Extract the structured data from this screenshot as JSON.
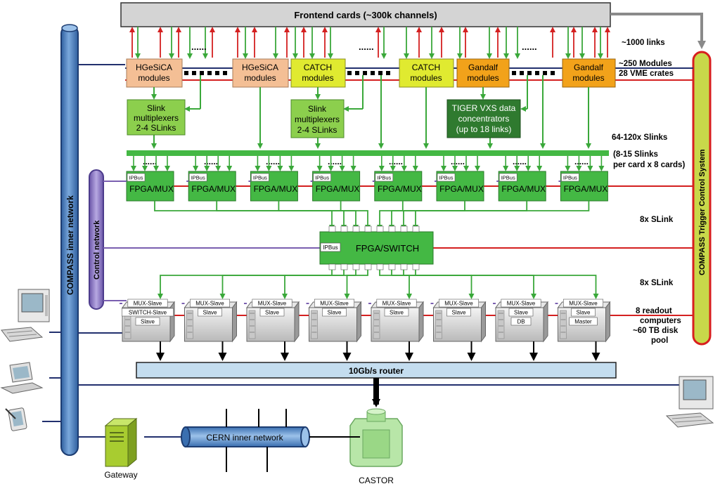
{
  "frontend": {
    "label": "Frontend cards (~300k channels)"
  },
  "dots": "......",
  "front_modules": [
    {
      "label": [
        "HGeSiCA",
        "modules"
      ]
    },
    {
      "label": [
        "HGeSiCA",
        "modules"
      ]
    },
    {
      "label": [
        "CATCH",
        "modules"
      ]
    },
    {
      "label": [
        "CATCH",
        "modules"
      ]
    },
    {
      "label": [
        "Gandalf",
        "modules"
      ]
    },
    {
      "label": [
        "Gandalf",
        "modules"
      ]
    }
  ],
  "concentrators": [
    {
      "label": [
        "Slink",
        "multiplexers",
        "2-4 SLinks"
      ]
    },
    {
      "label": [
        "Slink",
        "multiplexers",
        "2-4 SLinks"
      ]
    },
    {
      "label": [
        "TIGER VXS data",
        "concentrators",
        "(up to 18 links)"
      ]
    }
  ],
  "mux_cards": {
    "ipbus": "IPBus",
    "label": "FPGA/MUX",
    "count": 8
  },
  "switch": {
    "ipbus": "IPBus",
    "label": "FPGA/SWITCH"
  },
  "servers": [
    {
      "tags": [
        "MUX-Slave",
        "SWITCH-Slave",
        "Slave"
      ]
    },
    {
      "tags": [
        "MUX-Slave",
        "Slave"
      ]
    },
    {
      "tags": [
        "MUX-Slave",
        "Slave"
      ]
    },
    {
      "tags": [
        "MUX-Slave",
        "Slave"
      ]
    },
    {
      "tags": [
        "MUX-Slave",
        "Slave"
      ]
    },
    {
      "tags": [
        "MUX-Slave",
        "Slave"
      ]
    },
    {
      "tags": [
        "MUX-Slave",
        "Slave",
        "DB"
      ]
    },
    {
      "tags": [
        "MUX-Slave",
        "Slave",
        "Master"
      ]
    }
  ],
  "router": {
    "label": "10Gb/s router"
  },
  "cern": {
    "label": "CERN inner network"
  },
  "gateway": {
    "label": "Gateway"
  },
  "castor": {
    "label": "CASTOR"
  },
  "pipes": {
    "inner": "COMPASS inner network",
    "control": "Control network",
    "trigger": "COMPASS Trigger Control System"
  },
  "annotations": {
    "links": "~1000 links",
    "modules": [
      "~250 Modules",
      "28 VME crates"
    ],
    "slinks": "64-120x Slinks",
    "per_card": [
      "(8-15 Slinks",
      "per card x 8 cards)"
    ],
    "slink1": "8x SLink",
    "slink2": "8x SLink",
    "readout": [
      "8 readout",
      "computers",
      "~60 TB disk",
      "pool"
    ]
  },
  "colors": {
    "green_line": "#3aa83a",
    "red_line": "#d42020",
    "navy_line": "#22306e",
    "purple_line": "#7a5fb0",
    "pipe_blue": "#4f86c6",
    "pipe_purple": "#8a75c4",
    "pipe_trigger": "#c8d84a",
    "pipe_trigger_border": "#d81e1e",
    "module_salmon": "#f4bf95",
    "module_yellow": "#e0ea30",
    "module_orange": "#f2a21a",
    "box_green": "#8ccf4d",
    "box_dark_green": "#2f7a2f",
    "mux_green": "#44b844",
    "router_blue": "#c4ddef"
  }
}
